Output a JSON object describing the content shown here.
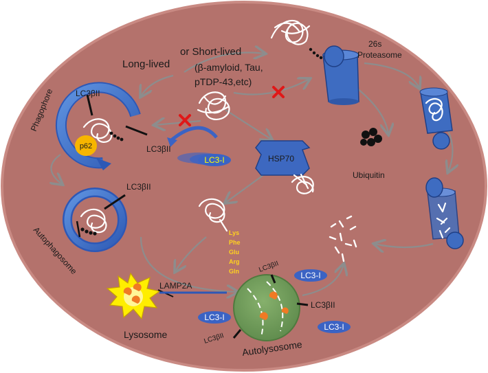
{
  "labels": {
    "long_lived": "Long-lived",
    "or_short_lived": "or Short-lived",
    "substrates_line1": "(β-amyloid, Tau,",
    "substrates_line2": "pTDP-43,etc)",
    "proteasome_line1": "26s",
    "proteasome_line2": "Proteasome",
    "phagophore": "Phagophore",
    "lc3bii": "LC3βII",
    "p62": "p62",
    "lc3i": "LC3-I",
    "hsp70": "HSP70",
    "ubiquitin": "Ubiquitin",
    "autophagosome": "Autophagosome",
    "lamp2a": "LAMP2A",
    "lysosome": "Lysosome",
    "autolysosome": "Autolysosome",
    "kferq_motif": [
      "Lys",
      "Phe",
      "Glu",
      "Arg",
      "Gln"
    ]
  },
  "colors": {
    "cell": "#b4726c",
    "cell_border": "#c98a83",
    "proteasome": "#3e6cc1",
    "lc3_pill": "#3b63c4",
    "hsp70": "#3d68c0",
    "autolysosome": "#6f9a5a",
    "lysosome": "#ffee00",
    "p62": "#f7b500",
    "blocked": "#e01818"
  },
  "icons": {
    "blocked": "x-icon",
    "ubiquitin": "ubiquitin-icon"
  }
}
